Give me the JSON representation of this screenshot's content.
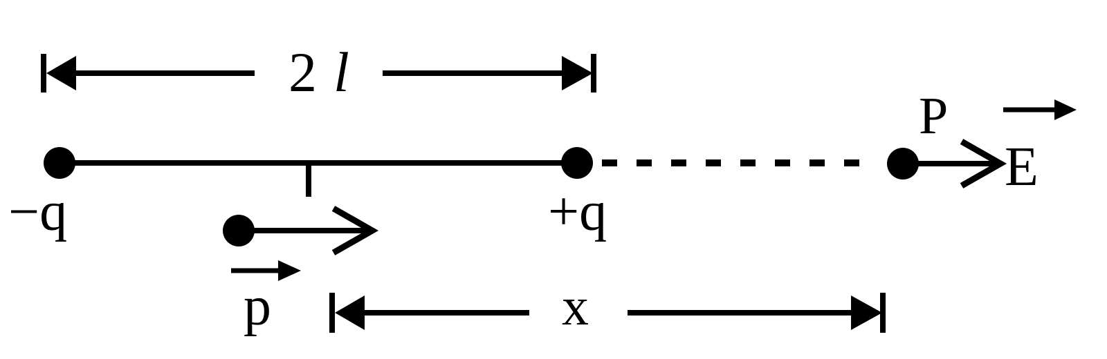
{
  "diagram": {
    "labels": {
      "separation": "2",
      "separation_symbol": "l",
      "neg_charge": "−q",
      "pos_charge": "+q",
      "point": "P",
      "field": "E",
      "dipole_moment": "p",
      "distance": "x"
    },
    "colors": {
      "ink": "#000000",
      "background": "#ffffff"
    }
  }
}
